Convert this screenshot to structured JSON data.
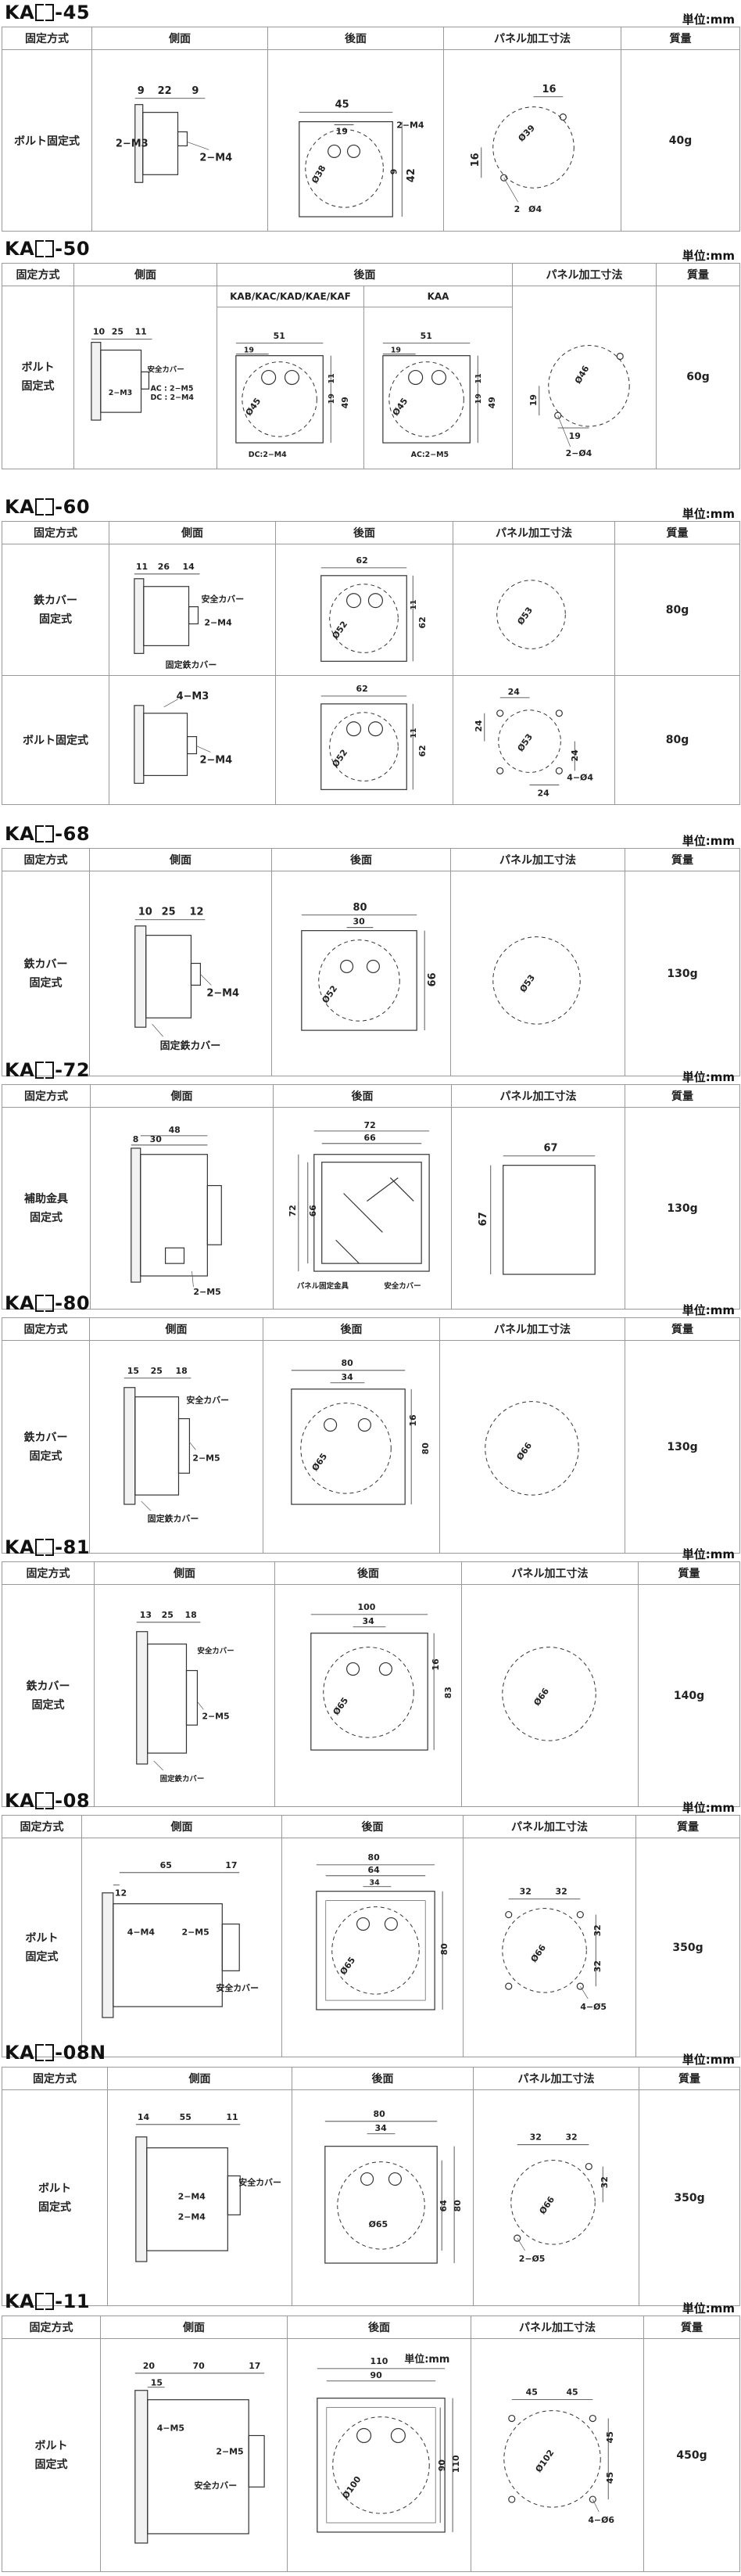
{
  "unit": "単位:mm",
  "header": {
    "mount": "固定方式",
    "side": "側面",
    "rear": "後面",
    "panel": "パネル加工寸法",
    "mass": "質量"
  },
  "s45": {
    "title": "KA  -45",
    "mount": "ボルト固定式",
    "mass": "40g",
    "side": {
      "d1": "9",
      "d2": "22",
      "d3": "9",
      "bolt": "2−M3",
      "bolt2": "2−M4"
    },
    "rear": {
      "w": "45",
      "w2": "19",
      "term": "2−M4",
      "h1": "9",
      "h2": "42",
      "dia": "Ø38"
    },
    "panel": {
      "a": "16",
      "b": "16",
      "dia": "Ø39",
      "holes": "2　Ø4"
    }
  },
  "s50": {
    "title": "KA  -50",
    "mount": "ボルト固定式",
    "mount_l1": "ボルト",
    "mount_l2": "固定式",
    "mass": "60g",
    "rear_sub1": "KAB/KAC/KAD/KAE/KAF",
    "rear_sub2": "KAA",
    "side": {
      "d1": "10",
      "d2": "25",
      "d3": "11",
      "cover": "安全カバー",
      "ac": "AC : 2−M5",
      "dc": "DC : 2−M4",
      "bolt": "2−M3"
    },
    "rear1": {
      "w": "51",
      "w2": "19",
      "h1": "11",
      "h2": "19",
      "h3": "49",
      "dia": "Ø45",
      "term": "DC:2−M4"
    },
    "rear2": {
      "w": "51",
      "w2": "19",
      "h1": "11",
      "h2": "19",
      "h3": "49",
      "dia": "Ø45",
      "term": "AC:2−M5"
    },
    "panel": {
      "dia": "Ø46",
      "a": "19",
      "b": "19",
      "holes": "2−Ø4"
    }
  },
  "s60": {
    "title": "KA  -60",
    "mount1_l1": "鉄カバー",
    "mount1_l2": "固定式",
    "mount2": "ボルト固定式",
    "mass1": "80g",
    "mass2": "80g",
    "side1": {
      "d1": "11",
      "d2": "26",
      "d3": "14",
      "cover": "安全カバー",
      "bolt": "2−M4",
      "bar": "固定鉄カバー"
    },
    "rear1": {
      "w": "62",
      "h1": "11",
      "h2": "62",
      "dia": "Ø52"
    },
    "panel1": {
      "dia": "Ø53"
    },
    "side2": {
      "bolt1": "4−M3",
      "bolt2": "2−M4"
    },
    "rear2": {
      "w": "62",
      "h1": "11",
      "h2": "62",
      "dia": "Ø52"
    },
    "panel2": {
      "a": "24",
      "b": "24",
      "c": "24",
      "d": "24",
      "dia": "Ø53",
      "holes": "4−Ø4"
    }
  },
  "s68": {
    "title": "KA  -68",
    "mount_l1": "鉄カバー",
    "mount_l2": "固定式",
    "mass": "130g",
    "side": {
      "d1": "10",
      "d2": "25",
      "d3": "12",
      "bolt": "2−M4",
      "bar": "固定鉄カバー"
    },
    "rear": {
      "w": "80",
      "w2": "30",
      "h": "66",
      "dia": "Ø52"
    },
    "panel": {
      "dia": "Ø53"
    }
  },
  "s72": {
    "title": "KA  -72",
    "mount_l1": "補助金具",
    "mount_l2": "固定式",
    "mass": "130g",
    "side": {
      "d1": "8",
      "d2": "30",
      "d3": "48",
      "bolt": "2−M5"
    },
    "rear": {
      "w": "72",
      "w2": "66",
      "h1": "72",
      "h2": "66",
      "fix": "パネル固定金具",
      "cover": "安全カバー"
    },
    "panel": {
      "w": "67",
      "h": "67"
    }
  },
  "s80": {
    "title": "KA  -80",
    "mount_l1": "鉄カバー",
    "mount_l2": "固定式",
    "mass": "130g",
    "side": {
      "d1": "15",
      "d2": "25",
      "d3": "18",
      "cover": "安全カバー",
      "bolt": "2−M5",
      "bar": "固定鉄カバー"
    },
    "rear": {
      "w": "80",
      "w2": "34",
      "h1": "16",
      "h2": "80",
      "dia": "Ø65"
    },
    "panel": {
      "dia": "Ø66"
    }
  },
  "s81": {
    "title": "KA  -81",
    "mount_l1": "鉄カバー",
    "mount_l2": "固定式",
    "mass": "140g",
    "side": {
      "d1": "13",
      "d2": "25",
      "d3": "18",
      "cover": "安全カバー",
      "bolt": "2−M5",
      "bar": "固定鉄カバー"
    },
    "rear": {
      "w": "100",
      "w2": "34",
      "h1": "16",
      "h2": "83",
      "dia": "Ø65"
    },
    "panel": {
      "dia": "Ø66"
    }
  },
  "s08": {
    "title": "KA  -08",
    "mount_l1": "ボルト",
    "mount_l2": "固定式",
    "mass": "350g",
    "side": {
      "d1": "12",
      "d2": "65",
      "d3": "17",
      "bolt1": "4−M4",
      "bolt2": "2−M5",
      "cover": "安全カバー"
    },
    "rear": {
      "w": "80",
      "w2": "64",
      "w3": "34",
      "h": "80",
      "dia": "Ø65"
    },
    "panel": {
      "a": "32",
      "b": "32",
      "c": "32",
      "d": "32",
      "dia": "Ø66",
      "holes": "4−Ø5"
    }
  },
  "s08n": {
    "title": "KA  -08N",
    "mount_l1": "ボルト",
    "mount_l2": "固定式",
    "mass": "350g",
    "side": {
      "d1": "14",
      "d2": "55",
      "d3": "11",
      "bolt1": "2−M4",
      "bolt2": "2−M4",
      "cover": "安全カバー"
    },
    "rear": {
      "w": "80",
      "w2": "34",
      "h1": "64",
      "h2": "80",
      "dia": "Ø65"
    },
    "panel": {
      "a": "32",
      "b": "32",
      "c": "32",
      "dia": "Ø66",
      "holes": "2−Ø5"
    }
  },
  "s11": {
    "title": "KA  -11",
    "mount_l1": "ボルト",
    "mount_l2": "固定式",
    "mass": "450g",
    "side": {
      "d1": "20",
      "d2": "70",
      "d3": "17",
      "d4": "15",
      "bolt1": "4−M5",
      "bolt2": "2−M5",
      "cover": "安全カバー"
    },
    "rear": {
      "w": "110",
      "w2": "90",
      "h1": "90",
      "h2": "110",
      "unit": "単位:mm",
      "dia": "Ø100"
    },
    "panel": {
      "a": "45",
      "b": "45",
      "c": "45",
      "d": "45",
      "dia": "Ø102",
      "holes": "4−Ø6"
    }
  }
}
